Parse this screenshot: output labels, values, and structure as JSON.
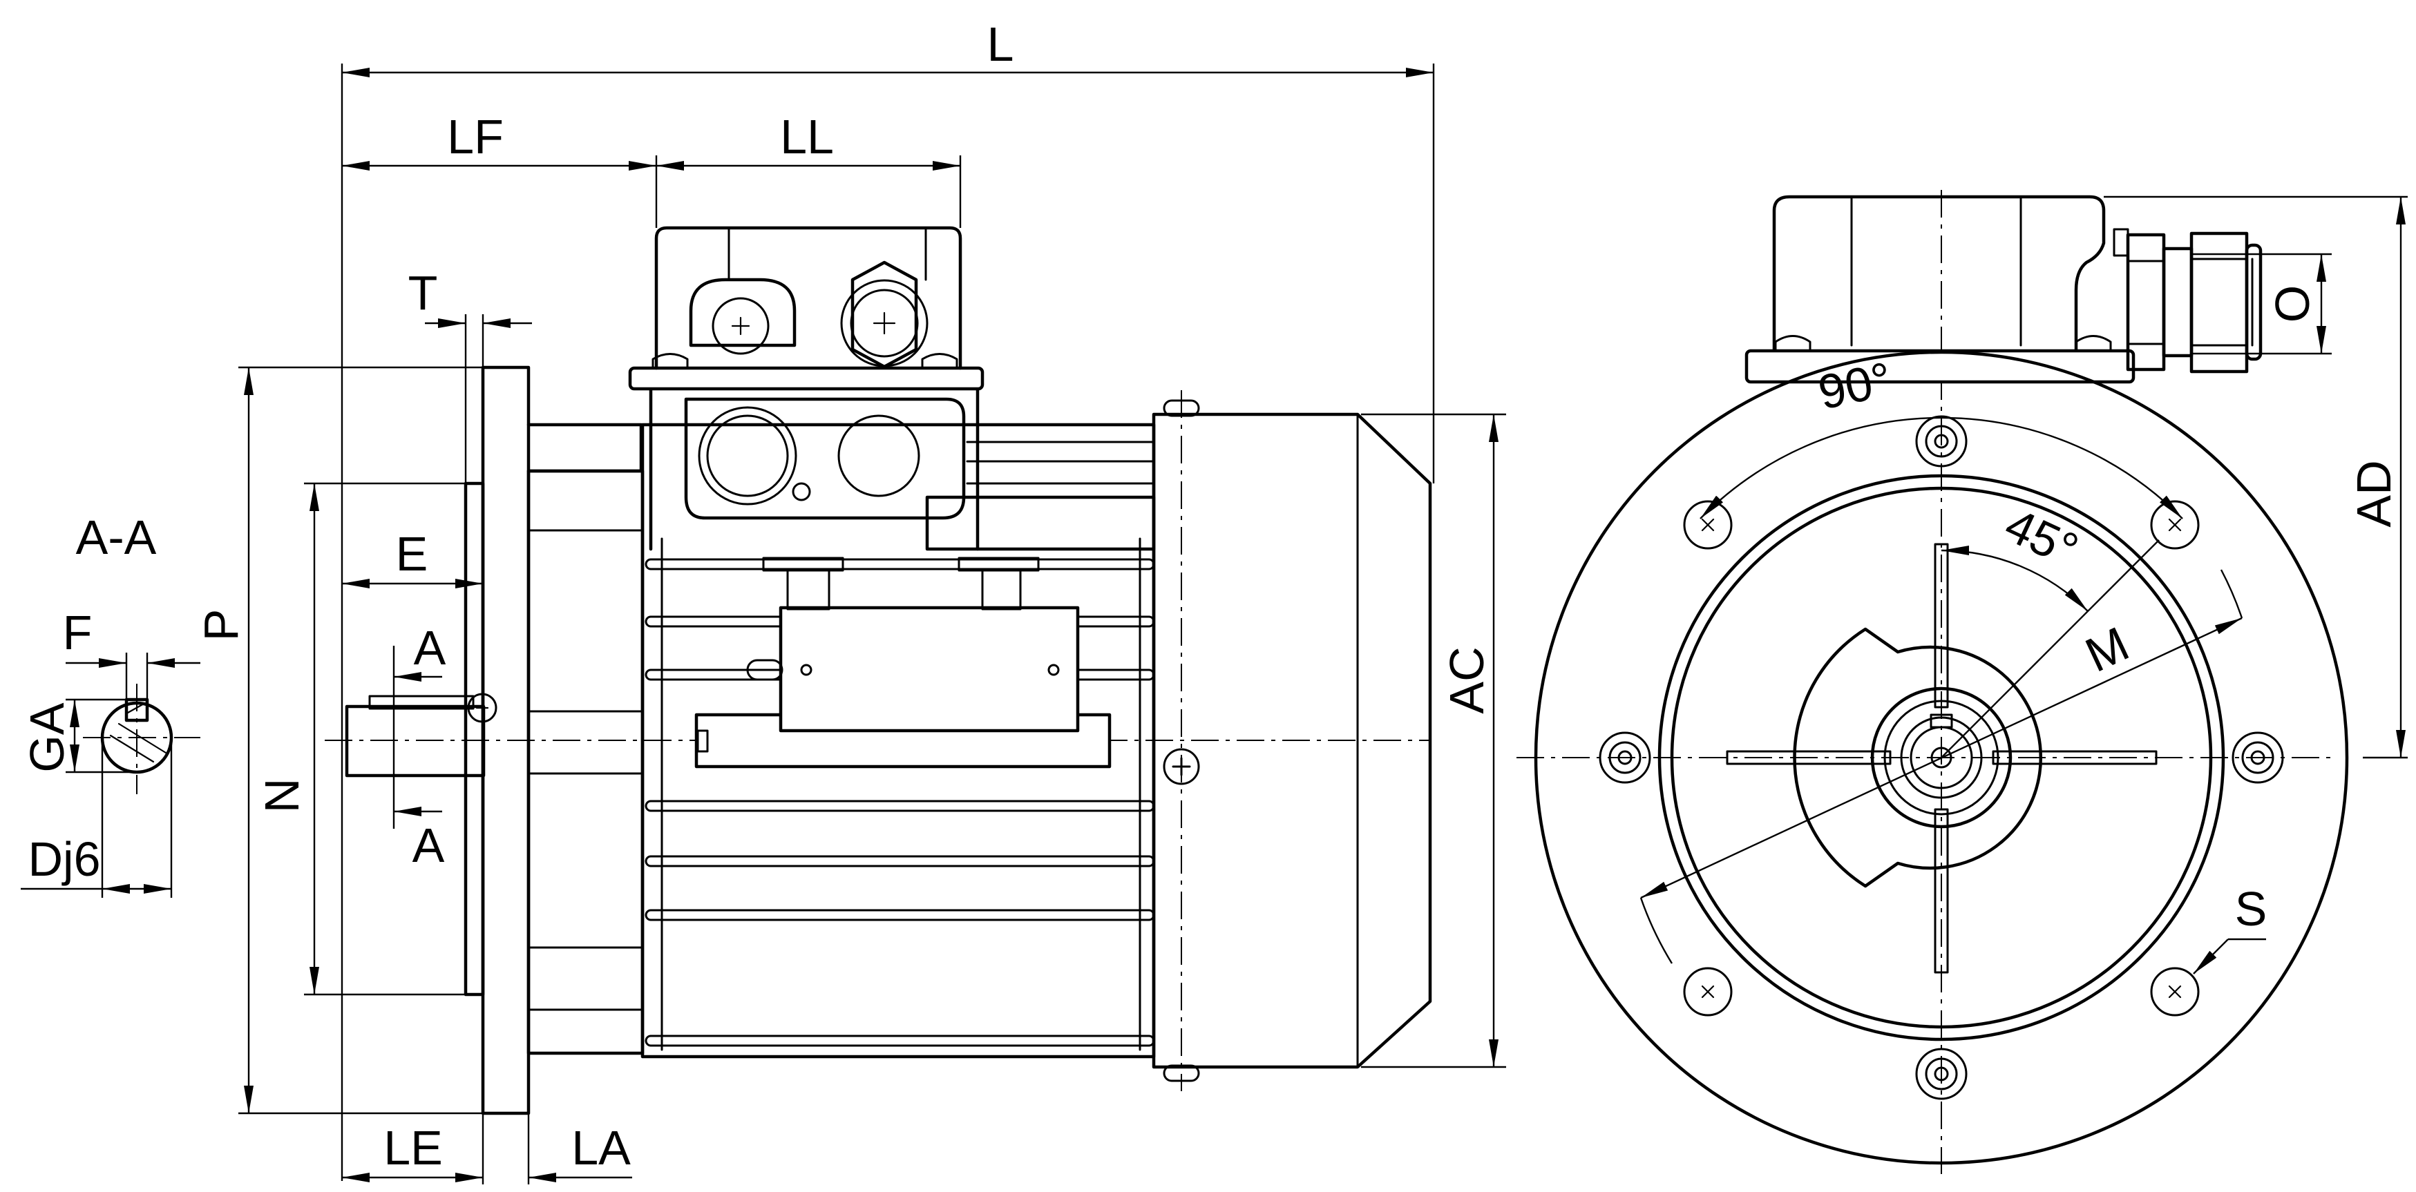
{
  "labels": {
    "L": "L",
    "LF": "LF",
    "LL": "LL",
    "T": "T",
    "P": "P",
    "N": "N",
    "E": "E",
    "A_top": "A",
    "A_bottom": "A",
    "LE": "LE",
    "LA": "LA",
    "AC": "AC",
    "AA": "A-A",
    "F": "F",
    "GA": "GA",
    "Dj6": "Dj6",
    "AD": "AD",
    "O": "O",
    "M": "M",
    "S": "S",
    "deg90": "90°",
    "deg45": "45°"
  }
}
